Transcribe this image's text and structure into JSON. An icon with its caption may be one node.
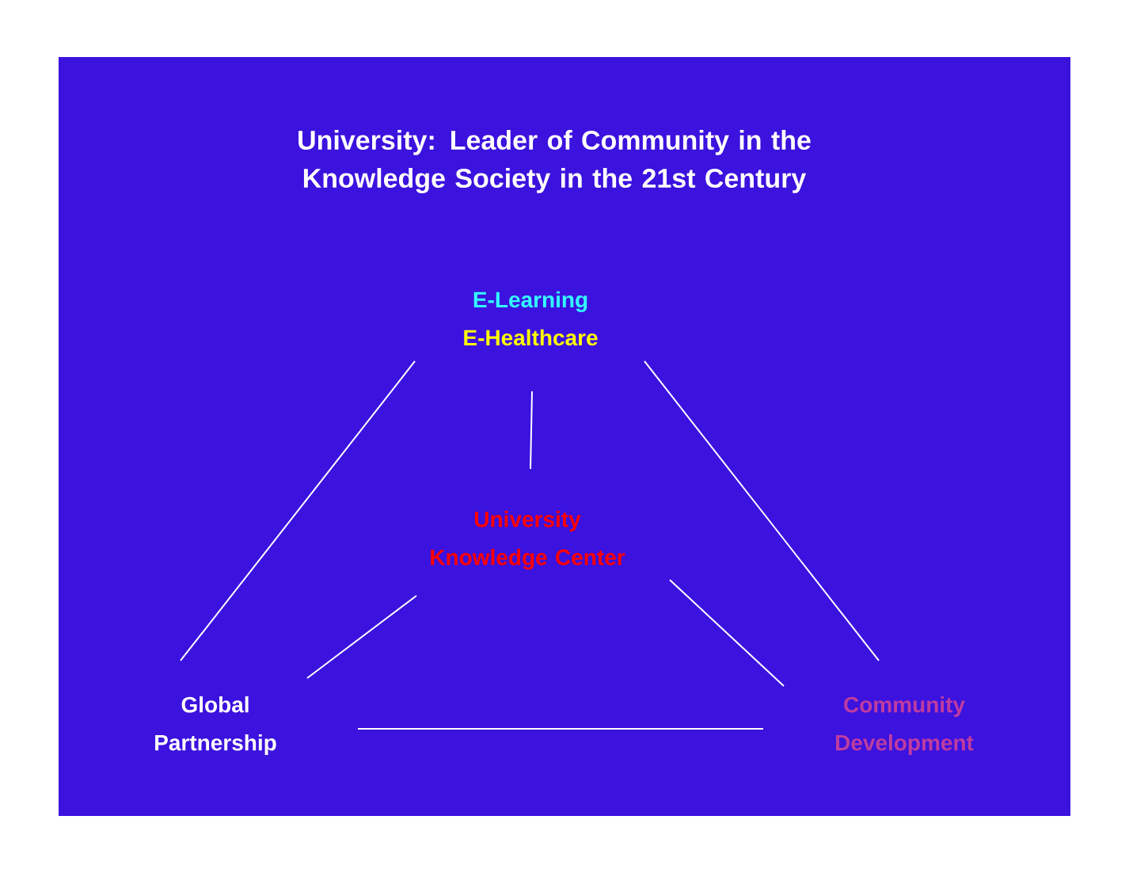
{
  "diagram": {
    "title": "University: Leader of Community in the Knowledge Society in the 21st Century",
    "nodes": [
      {
        "text": [
          "E-Learning",
          "E-Healthcare"
        ]
      },
      {
        "text": [
          "University Knowledge Center"
        ]
      },
      {
        "text": [
          "Global Partnership"
        ]
      },
      {
        "text": [
          "Community Development"
        ]
      }
    ],
    "edges": [
      {
        "from": 0,
        "to": 2,
        "arrow": "none"
      },
      {
        "from": 0,
        "to": 3,
        "arrow": "none"
      },
      {
        "from": 0,
        "to": 1,
        "arrow": "none"
      },
      {
        "from": 1,
        "to": 2,
        "arrow": "none"
      },
      {
        "from": 1,
        "to": 3,
        "arrow": "none"
      },
      {
        "from": 2,
        "to": 3,
        "arrow": "none"
      }
    ]
  }
}
